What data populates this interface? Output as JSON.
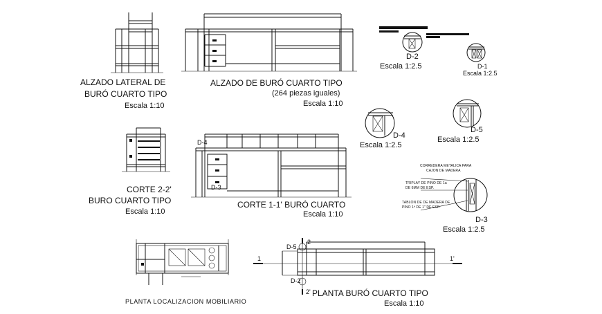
{
  "views": {
    "side_elevation": {
      "title_1": "ALZADO LATERAL DE",
      "title_2": "BURÓ CUARTO TIPO",
      "scale": "Escala 1:10"
    },
    "front_elevation": {
      "title": "ALZADO DE BURÓ  CUARTO TIPO",
      "subtitle": "(264 piezas iguales)",
      "scale": "Escala 1:10"
    },
    "section_22": {
      "title_1": "CORTE 2-2'",
      "title_2": "BURO CUARTO TIPO",
      "scale": "Escala 1:10"
    },
    "section_11": {
      "title": "CORTE 1-1' BURÓ  CUARTO",
      "scale": "Escala 1:10",
      "marker_d4": "D-4",
      "marker_d3": "D-3"
    },
    "location_plan": {
      "title": "PLANTA LOCALIZACION MOBILIARIO"
    },
    "plan_view": {
      "title": "PLANTA BURÓ CUARTO TIPO",
      "scale": "Escala 1:10",
      "cut_left": "1",
      "cut_right": "1'",
      "cut_top": "2",
      "cut_bottom": "2'",
      "marker_d5": "D-5",
      "marker_d2": "D-2"
    }
  },
  "details": {
    "d2": {
      "label": "D-2",
      "scale": "Escala 1:2.5"
    },
    "d1": {
      "label": "D-1",
      "scale": "Escala 1:2.5"
    },
    "d4": {
      "label": "D-4",
      "scale": "Escala 1:2.5"
    },
    "d5": {
      "label": "D-5",
      "scale": "Escala 1:2.5"
    },
    "d3": {
      "label": "D-3",
      "scale": "Escala 1:2.5",
      "note_1_line_1": "CORREDERA METALICA PARA",
      "note_1_line_2": "CAJON DE MADERA",
      "note_2_line_1": "TRIPLAY DE PINO DE 1a",
      "note_2_line_2": "DE 6MM DE ESP.",
      "note_3_line_1": "TABLON DE DE MADERA DE",
      "note_3_line_2": "PINO 1ª DE 1\" DE ESP."
    }
  }
}
